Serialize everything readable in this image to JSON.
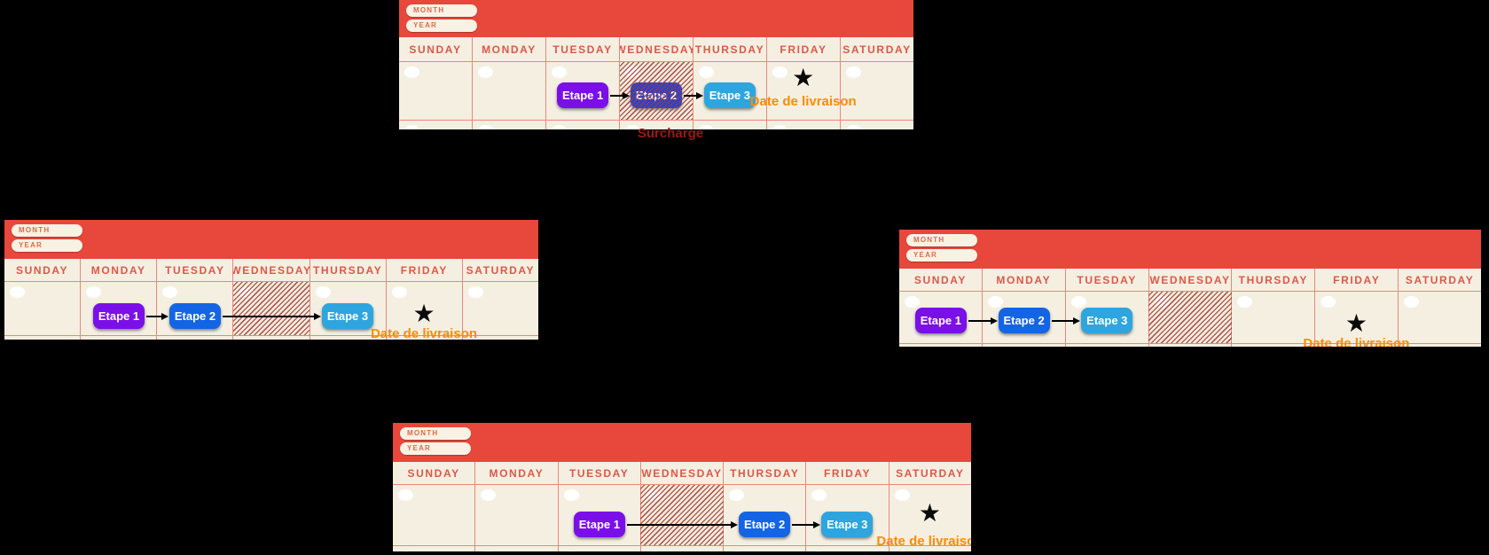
{
  "labels": {
    "month_field": "MONTH",
    "year_field": "YEAR",
    "days": [
      "SUNDAY",
      "MONDAY",
      "TUESDAY",
      "WEDNESDAY",
      "THURSDAY",
      "FRIDAY",
      "SATURDAY"
    ],
    "delivery_date": "Date de livraison",
    "overload": "Surcharge"
  },
  "colors": {
    "header_red": "#E8473B",
    "paper": "#F5EFE2",
    "pill_bg": "#F7F2E4",
    "pill_text": "#DE6B44",
    "day_text": "#DC5848",
    "grid_line": "#E8887A",
    "etape1": "#7B0FE8",
    "etape2": "#1465E4",
    "etape2_dark": "#2743D4",
    "etape3": "#2EA5DF",
    "delivery_text": "#FF8A00",
    "overload_text": "#9E1A14",
    "hatch": "#A03A30",
    "arrow": "#000000"
  },
  "calendars": [
    {
      "id": "top",
      "tasks": [
        {
          "label": "Etape 1",
          "col": 2,
          "color": "etape1"
        },
        {
          "label": "Etape 2",
          "col": 3,
          "color": "etape2_dark"
        },
        {
          "label": "Etape 3",
          "col": 4,
          "color": "etape3"
        }
      ],
      "arrows": [
        [
          2,
          3
        ],
        [
          3,
          4
        ]
      ],
      "hatch_col": 3,
      "star_col": 5,
      "delivery_col": 5
    },
    {
      "id": "left",
      "tasks": [
        {
          "label": "Etape 1",
          "col": 1,
          "color": "etape1"
        },
        {
          "label": "Etape 2",
          "col": 2,
          "color": "etape2"
        },
        {
          "label": "Etape 3",
          "col": 4,
          "color": "etape3"
        }
      ],
      "arrows": [
        [
          1,
          2
        ],
        [
          2,
          4
        ]
      ],
      "hatch_col": 3,
      "star_col": 5,
      "delivery_col": 5
    },
    {
      "id": "right",
      "tasks": [
        {
          "label": "Etape 1",
          "col": 0,
          "color": "etape1"
        },
        {
          "label": "Etape 2",
          "col": 1,
          "color": "etape2"
        },
        {
          "label": "Etape 3",
          "col": 2,
          "color": "etape3"
        }
      ],
      "arrows": [
        [
          0,
          1
        ],
        [
          1,
          2
        ]
      ],
      "hatch_col": 3,
      "star_col": 5,
      "delivery_col": 5
    },
    {
      "id": "bottom",
      "tasks": [
        {
          "label": "Etape 1",
          "col": 2,
          "color": "etape1"
        },
        {
          "label": "Etape 2",
          "col": 4,
          "color": "etape2"
        },
        {
          "label": "Etape 3",
          "col": 5,
          "color": "etape3"
        }
      ],
      "arrows": [
        [
          2,
          4
        ],
        [
          4,
          5
        ]
      ],
      "hatch_col": 3,
      "star_col": 6,
      "delivery_col": 6
    }
  ]
}
